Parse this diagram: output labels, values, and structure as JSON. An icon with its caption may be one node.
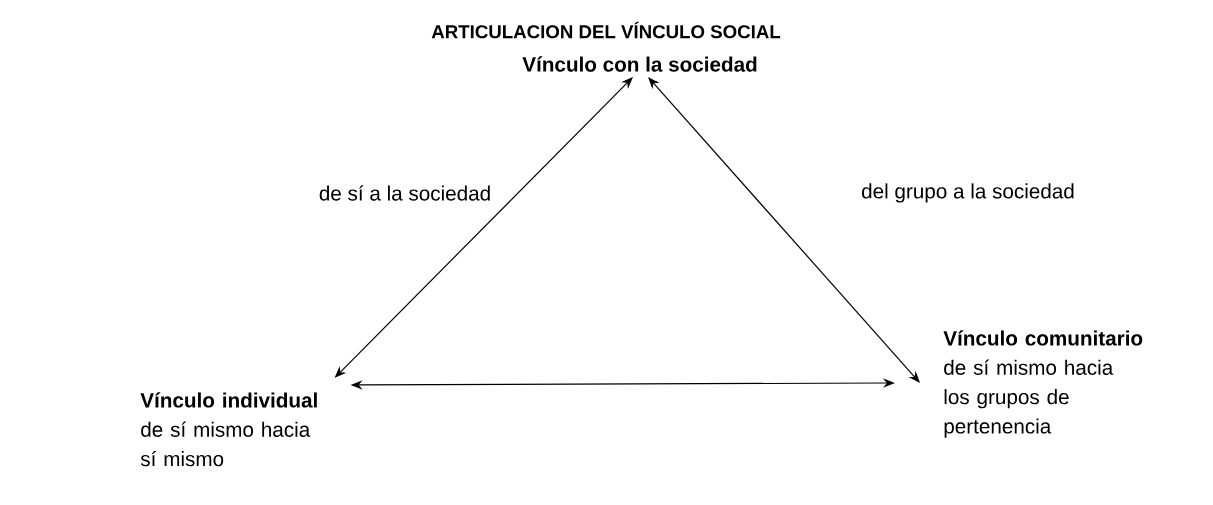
{
  "diagram": {
    "title": "ARTICULACION DEL VÍNCULO SOCIAL",
    "nodes": [
      {
        "text": [
          "Vínculo con la sociedad"
        ]
      },
      {
        "text": [
          "Vínculo individual",
          "de sí mismo hacia sí mismo"
        ]
      },
      {
        "text": [
          "Vínculo comunitario",
          "de sí mismo hacia los grupos de pertenencia"
        ]
      }
    ],
    "edges": [
      {
        "from": 1,
        "to": 0,
        "arrow": "both",
        "label": "de sí a la sociedad"
      },
      {
        "from": 2,
        "to": 0,
        "arrow": "both",
        "label": "del grupo a la sociedad"
      },
      {
        "from": 1,
        "to": 2,
        "arrow": "both"
      }
    ]
  }
}
